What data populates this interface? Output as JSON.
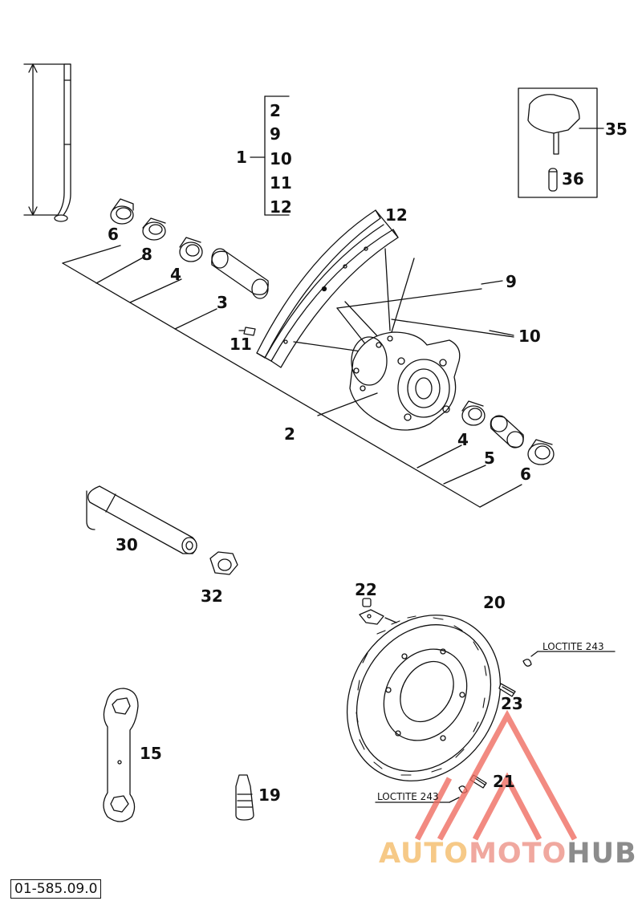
{
  "labels": {
    "kit_1": "1",
    "kit_list": [
      "2",
      "9",
      "10",
      "11",
      "12"
    ],
    "p6_top": "6",
    "p8": "8",
    "p4_top": "4",
    "p3": "3",
    "p11": "11",
    "p12": "12",
    "p9": "9",
    "p10": "10",
    "p2": "2",
    "p4_bottom": "4",
    "p5": "5",
    "p6_bottom": "6",
    "p35": "35",
    "p36": "36",
    "p30": "30",
    "p32": "32",
    "p22": "22",
    "p20": "20",
    "p23": "23",
    "p21": "21",
    "p15": "15",
    "p19": "19",
    "loctite_top": "LOCTITE 243",
    "loctite_bottom": "LOCTITE 243"
  },
  "drawing_code": "01-585.09.0",
  "watermark": {
    "part1": "AUTO",
    "part2": "MOTO",
    "part3": "HUB",
    "colors": [
      "#f6c987",
      "#f0a89f",
      "#8c8c8c"
    ]
  }
}
